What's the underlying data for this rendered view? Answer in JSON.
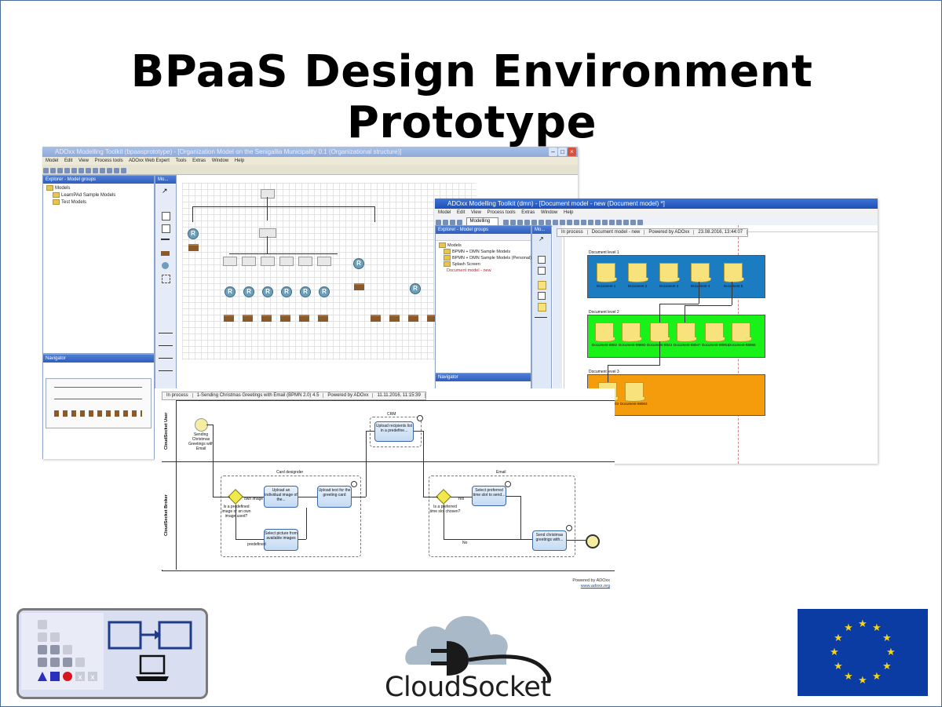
{
  "slide": {
    "title": "BPaaS Design Environment Prototype"
  },
  "org_window": {
    "title": "ADOxx Modelling Toolkit (bpaasprototype) - [Organization Model on the Senigallia Municipality 0.1 (Organizational structure)]",
    "menu": [
      "Model",
      "Edit",
      "View",
      "Process tools",
      "ADOxx Web Expert",
      "Tools",
      "Extras",
      "Window",
      "Help"
    ],
    "explorer_title": "Explorer - Model groups",
    "tree": [
      "Models",
      "LearnPAd Sample Models",
      "Test Models"
    ],
    "modelling_title": "Mo...",
    "navigator_title": "Navigator"
  },
  "doc_window": {
    "title": "ADOxx Modelling Toolkit (dmn) - [Document model - new (Document model) *]",
    "menu": [
      "Model",
      "Edit",
      "View",
      "Process tools",
      "Extras",
      "Window",
      "Help"
    ],
    "mode": "Modelling",
    "explorer_title": "Explorer - Model groups",
    "tree": [
      "Models",
      "BPMN + DMN Sample Models",
      "BPMN + DMN Sample Models (Personal)",
      "Splash Screen",
      "Document model - new"
    ],
    "modelling_title": "Mo...",
    "navigator_title": "Navigator",
    "status": [
      "In process",
      "Document model - new",
      "Powered by ADOxx",
      "23.08.2016, 13:44:07"
    ],
    "levels": [
      {
        "label": "Document level 1",
        "docs": [
          "Document 1",
          "Document 2",
          "Document 3",
          "Document 4",
          "Document 5"
        ],
        "color": "#1b7cc2"
      },
      {
        "label": "Document level 2",
        "docs": [
          "Document-8892",
          "Document-88893",
          "Document-8943",
          "Document-88947",
          "Document-88951",
          "Document-88955"
        ],
        "color": "#19f219"
      },
      {
        "label": "Document level 3",
        "docs": [
          "Document-8903",
          "Document-88963"
        ],
        "color": "#f59c0c"
      }
    ]
  },
  "bpmn_window": {
    "status": [
      "In process",
      "1-Sending Christmas Greetings with Email (BPMN 2.0) 4.5",
      "Powered by ADOxx",
      "11.11.2016, 11:15:39"
    ],
    "lanes": [
      "CloudSocket User",
      "CloudSocket Broker"
    ],
    "start_label": "Sending Christmas Greetings with Email",
    "groups": [
      "CRM",
      "Card designder",
      "Email"
    ],
    "tasks": {
      "upload_recipients": "Upload recipients list in a predefine...",
      "upload_image": "Upload an individual image of the...",
      "upload_text": "Upload text for the greeting card",
      "select_picture": "Select picture from available images",
      "select_time": "Select preferred time slot to send...",
      "send_greetings": "Send christmas greetings with..."
    },
    "gateway_questions": {
      "image": "Is a predefined image or an own image used?",
      "time": "Is a preferred time slot chosen?"
    },
    "edge_labels": {
      "own_image": "own image",
      "predefined": "predefined",
      "yes": "Yes",
      "no": "No"
    },
    "powered_by": "Powered by ADOxx",
    "website": "www.adoxx.org"
  },
  "logos": {
    "cloudsocket": "CloudSocket"
  },
  "colors": {
    "title_bar": "#2f5ebc",
    "eu_blue": "#0b3ca3",
    "eu_star": "#f7d31b"
  }
}
